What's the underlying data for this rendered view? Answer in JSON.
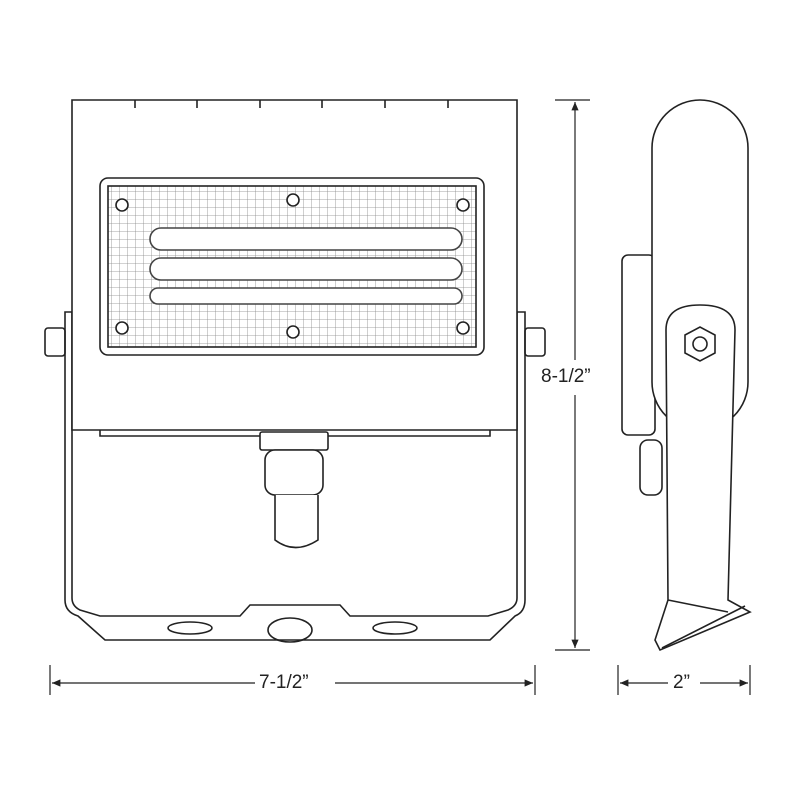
{
  "dimensions": {
    "height": "8-1/2”",
    "width": "7-1/2”",
    "depth": "2”"
  },
  "colors": {
    "line": "#222222",
    "grid": "#888888"
  }
}
